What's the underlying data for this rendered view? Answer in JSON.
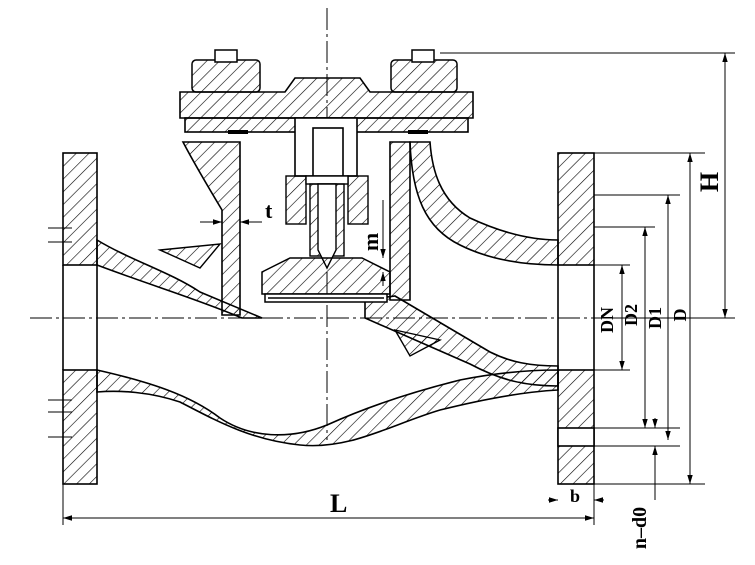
{
  "colors": {
    "line": "#000000",
    "background": "#ffffff"
  },
  "labels": {
    "H": "H",
    "t": "t",
    "m": "m",
    "L": "L",
    "b": "b",
    "DN": "DN",
    "D2": "D2",
    "D1": "D1",
    "D": "D",
    "n_d0": "n–d0"
  }
}
